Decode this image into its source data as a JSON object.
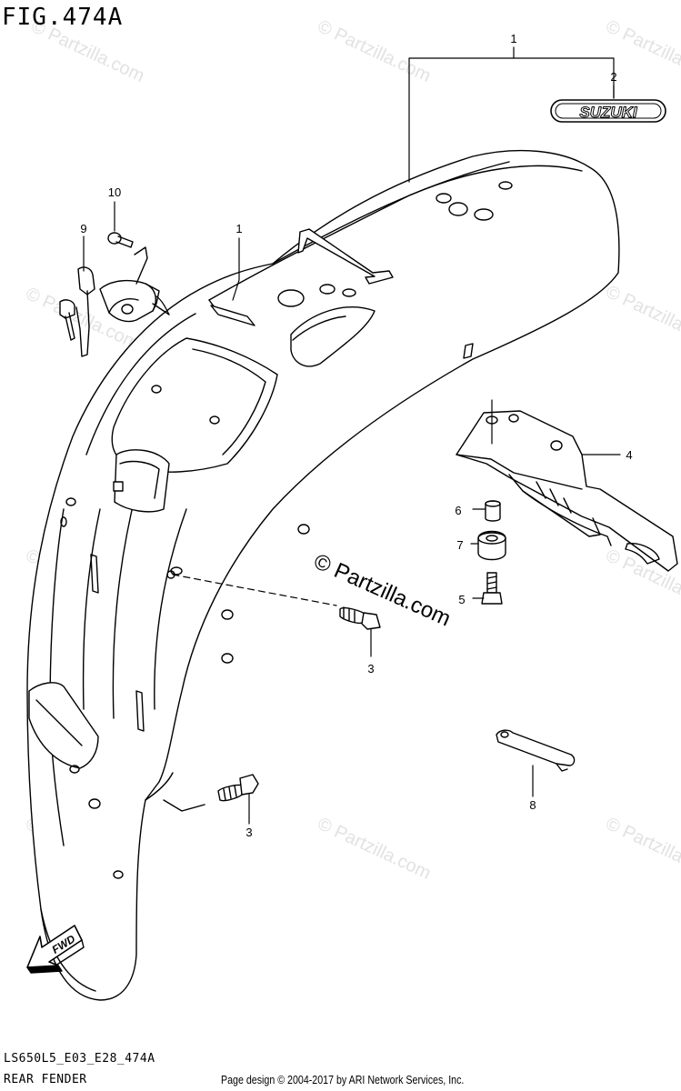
{
  "figure": {
    "title": "FIG.474A",
    "code": "LS650L5_E03_E28_474A",
    "name": "REAR FENDER",
    "credit": "Page design © 2004-2017 by ARI Network Services, Inc.",
    "watermark_text": "© Partzilla.com",
    "badge_text": "SUZUKI",
    "fwd_text": "FWD"
  },
  "callouts": [
    {
      "id": "c1a",
      "label": "1"
    },
    {
      "id": "c1b",
      "label": "1"
    },
    {
      "id": "c2",
      "label": "2"
    },
    {
      "id": "c3a",
      "label": "3"
    },
    {
      "id": "c3b",
      "label": "3"
    },
    {
      "id": "c4",
      "label": "4"
    },
    {
      "id": "c5",
      "label": "5"
    },
    {
      "id": "c6",
      "label": "6"
    },
    {
      "id": "c7",
      "label": "7"
    },
    {
      "id": "c8",
      "label": "8"
    },
    {
      "id": "c9",
      "label": "9"
    },
    {
      "id": "c10",
      "label": "10"
    }
  ]
}
